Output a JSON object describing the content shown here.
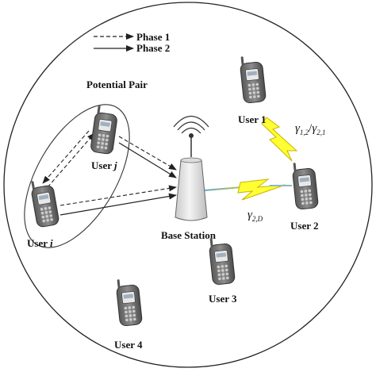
{
  "legend": {
    "phase1": "Phase 1",
    "phase2": "Phase 2"
  },
  "group_label": "Potential Pair",
  "nodes": {
    "base_station": "Base Station",
    "user_1": "User 1",
    "user_2": "User 2",
    "user_3": "User 3",
    "user_4": "User 4",
    "user_i_prefix": "User ",
    "user_i_var": "i",
    "user_j_prefix": "User ",
    "user_j_var": "j"
  },
  "links": {
    "gamma_12": {
      "sym": "γ",
      "sub": "1,2"
    },
    "slash": "/",
    "gamma_21": {
      "sym": "γ",
      "sub": "2,1"
    },
    "gamma_2d": {
      "sym": "γ",
      "sub": "2,D"
    }
  },
  "colors": {
    "bolt_fill": "#ffff33",
    "bolt_stroke": "#c8b400",
    "phone_body": "#6f6f6f",
    "phone_screen": "#e8e8e8",
    "tower_fill": "#e6e6e6",
    "lightblue": "#6aa3c8",
    "circle": "#222222"
  }
}
